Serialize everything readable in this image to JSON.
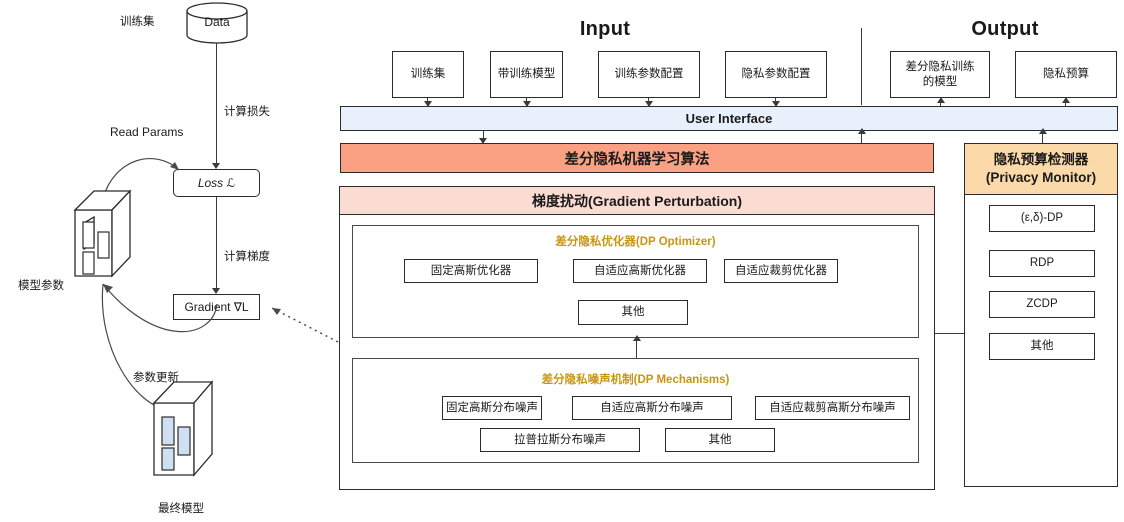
{
  "headers": {
    "input": "Input",
    "output": "Output"
  },
  "left_pipeline": {
    "data_node": "Data",
    "data_label": "训练集",
    "edge_compute_loss": "计算损失",
    "edge_read_params": "Read Params",
    "loss_node": "Loss ℒ",
    "edge_compute_gradient": "计算梯度",
    "gradient_node": "Gradient ∇L",
    "edge_param_update": "参数更新",
    "model_params_label": "模型参数",
    "final_model_label": "最终模型"
  },
  "input_boxes": [
    {
      "label": "训练集"
    },
    {
      "label": "带训练模型"
    },
    {
      "label": "训练参数配置"
    },
    {
      "label": "隐私参数配置"
    }
  ],
  "output_boxes": [
    {
      "label": "差分隐私训练\n的模型",
      "line1": "差分隐私训练",
      "line2": "的模型"
    },
    {
      "label": "隐私预算",
      "line1": "隐私预算",
      "line2": ""
    }
  ],
  "user_interface_bar": "User Interface",
  "algorithm_bar": "差分隐私机器学习算法",
  "gradient_perturbation_bar": "梯度扰动(Gradient Perturbation)",
  "dp_optimizer": {
    "title": "差分隐私优化器(DP Optimizer)",
    "row1": [
      "固定高斯优化器",
      "自适应高斯优化器",
      "自适应裁剪优化器"
    ],
    "row2": [
      "其他"
    ]
  },
  "dp_mechanisms": {
    "title": "差分隐私噪声机制(DP Mechanisms)",
    "row1": [
      "固定高斯分布噪声",
      "自适应高斯分布噪声",
      "自适应裁剪高斯分布噪声"
    ],
    "row2": [
      "拉普拉斯分布噪声",
      "其他"
    ]
  },
  "privacy_monitor": {
    "title_cn": "隐私预算检测器",
    "title_en": "(Privacy Monitor)",
    "items": [
      "(ε,δ)-DP",
      "RDP",
      "ZCDP",
      "其他"
    ]
  },
  "colors": {
    "user_interface": "#e8f0fb",
    "algorithm": "#faa183",
    "gradient_perturbation": "#fbdcd2",
    "privacy_monitor": "#fbd9a8",
    "group_title": "#c79612",
    "stroke": "#2b2b2b",
    "model_block_fill": "#cfe0f3"
  }
}
